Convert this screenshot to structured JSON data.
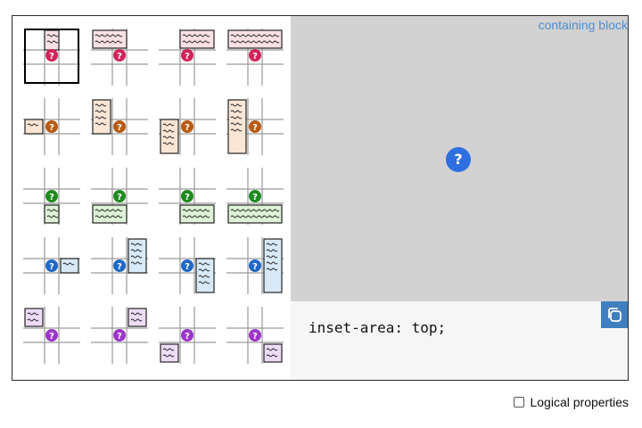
{
  "preview": {
    "label": "containing block",
    "anchor_symbol": "?"
  },
  "code": {
    "text": "inset-area: top;"
  },
  "copy_button": {
    "icon": "copy-icon"
  },
  "logical": {
    "label": "Logical properties",
    "checked": false
  },
  "colors": {
    "row1": "#d0245a",
    "row2": "#b85a10",
    "row3": "#1f8a1f",
    "row4": "#1f67c8",
    "row5": "#9b35c9",
    "preview_bg": "#d2d2d2",
    "anchor": "#2f6fe0"
  },
  "options": [
    {
      "name": "top-left-option",
      "group": "top",
      "selected": true
    },
    {
      "name": "top-center-option",
      "group": "top",
      "selected": false
    },
    {
      "name": "top-right-option",
      "group": "top",
      "selected": false
    },
    {
      "name": "top-span-all-option",
      "group": "top",
      "selected": false
    },
    {
      "name": "left-center-option",
      "group": "left",
      "selected": false
    },
    {
      "name": "left-span-top-option",
      "group": "left",
      "selected": false
    },
    {
      "name": "left-span-bottom-option",
      "group": "left",
      "selected": false
    },
    {
      "name": "left-span-all-option",
      "group": "left",
      "selected": false
    },
    {
      "name": "bottom-center-option",
      "group": "bottom",
      "selected": false
    },
    {
      "name": "bottom-span-left-option",
      "group": "bottom",
      "selected": false
    },
    {
      "name": "bottom-span-right-option",
      "group": "bottom",
      "selected": false
    },
    {
      "name": "bottom-span-all-option",
      "group": "bottom",
      "selected": false
    },
    {
      "name": "right-center-option",
      "group": "right",
      "selected": false
    },
    {
      "name": "right-span-top-option",
      "group": "right",
      "selected": false
    },
    {
      "name": "right-span-bottom-option",
      "group": "right",
      "selected": false
    },
    {
      "name": "right-span-all-option",
      "group": "right",
      "selected": false
    },
    {
      "name": "top-left-corner-option",
      "group": "corner",
      "selected": false
    },
    {
      "name": "top-right-corner-option",
      "group": "corner",
      "selected": false
    },
    {
      "name": "bottom-left-corner-option",
      "group": "corner",
      "selected": false
    },
    {
      "name": "bottom-right-corner-option",
      "group": "corner",
      "selected": false
    }
  ]
}
